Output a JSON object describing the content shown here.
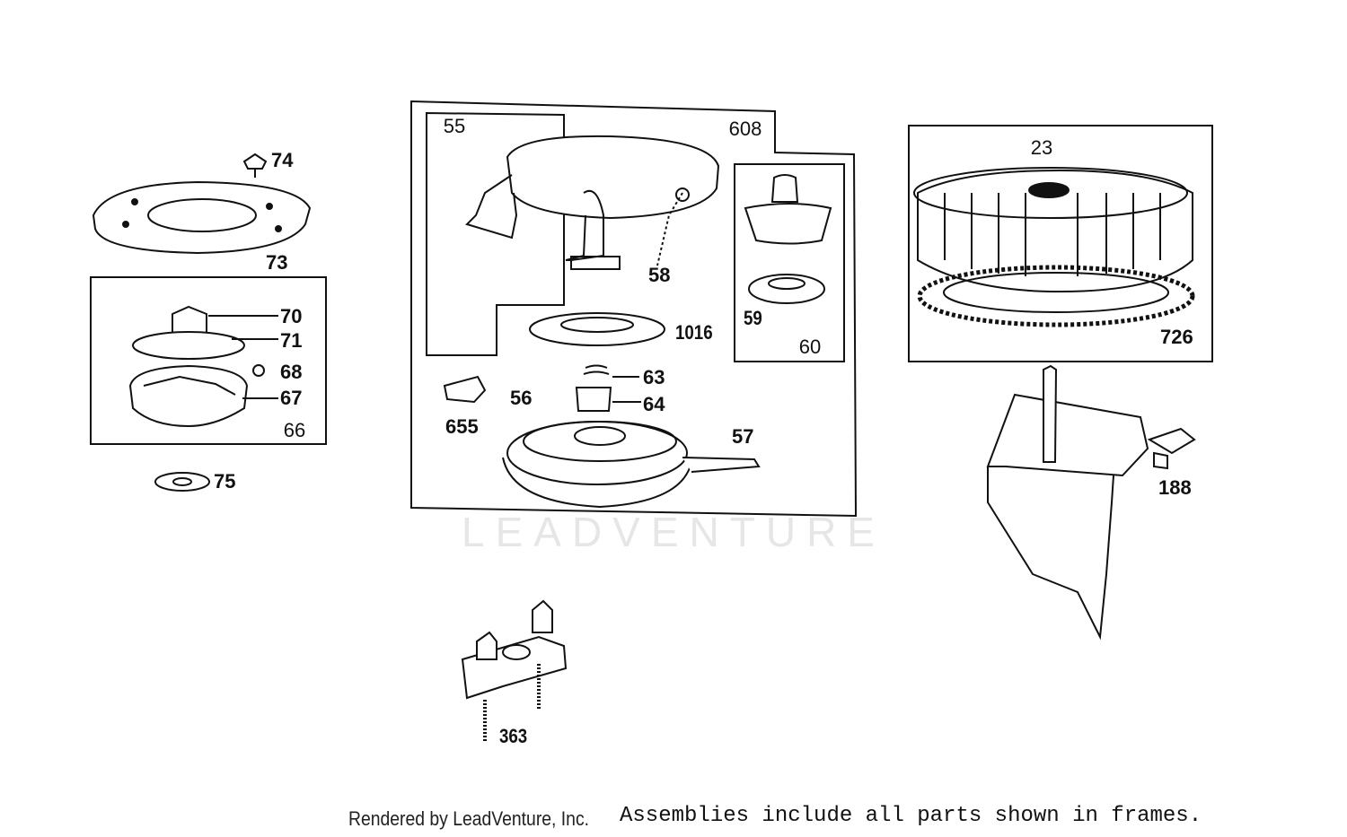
{
  "watermark": "LEADVENTURE",
  "footer": {
    "rendered_by": "Rendered by LeadVenture, Inc.",
    "note": "Assemblies include all parts shown in frames."
  },
  "frame_labels": [
    "55",
    "608",
    "60",
    "23",
    "66"
  ],
  "part_labels": [
    "74",
    "73",
    "70",
    "71",
    "68",
    "67",
    "75",
    "58",
    "1016",
    "59",
    "63",
    "64",
    "655",
    "56",
    "57",
    "726",
    "188",
    "363"
  ]
}
